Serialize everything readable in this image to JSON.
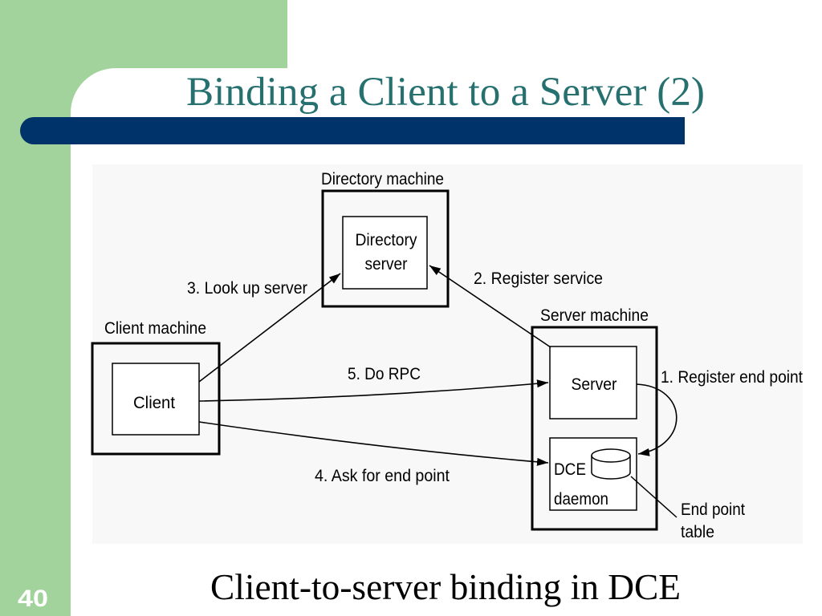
{
  "slide": {
    "title": "Binding a Client to a Server (2)",
    "caption": "Client-to-server binding in DCE",
    "page_number": "40"
  },
  "colors": {
    "sidebar_green": "#a2d39c",
    "title_teal": "#267070",
    "accent_bar_navy": "#00336a",
    "page_number": "#ffffff"
  },
  "icons": {
    "endpoint_table": "database-cylinder-icon"
  },
  "diagram": {
    "directory_machine": {
      "label": "Directory machine",
      "server_lines": [
        "Directory",
        "server"
      ]
    },
    "client_machine": {
      "label": "Client machine",
      "client": "Client"
    },
    "server_machine": {
      "label": "Server machine",
      "server": "Server",
      "daemon_lines": [
        "DCE",
        "daemon"
      ],
      "endpoint_table_lines": [
        "End point",
        "table"
      ]
    },
    "steps": [
      "1. Register end point",
      "2. Register service",
      "3. Look up server",
      "4. Ask for end point",
      "5. Do RPC"
    ]
  }
}
